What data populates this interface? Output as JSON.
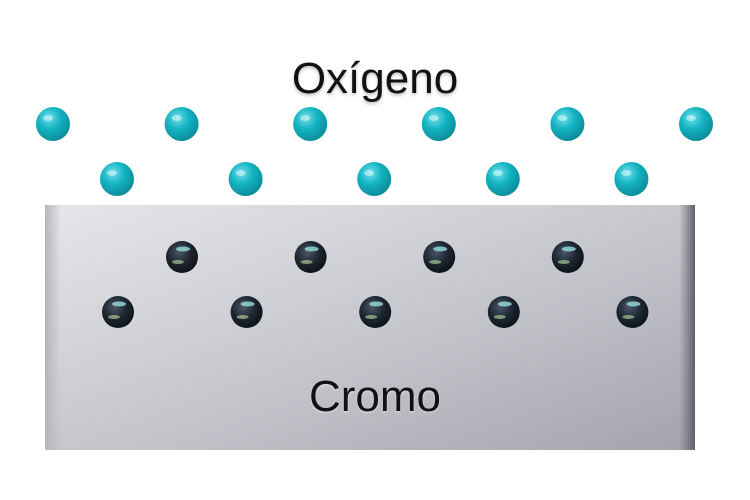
{
  "labels": {
    "oxygen": "Oxígeno",
    "chromium": "Cromo"
  },
  "colors": {
    "oxygen_atom": "#14b3c2",
    "chromium_atom": "#1c2530",
    "slab_light": "#e2e2e6",
    "slab_dark": "#a5a6ad",
    "background": "#ffffff"
  },
  "atoms": {
    "oxygen_rows": [
      6,
      5
    ],
    "chromium_rows": [
      4,
      5
    ]
  }
}
